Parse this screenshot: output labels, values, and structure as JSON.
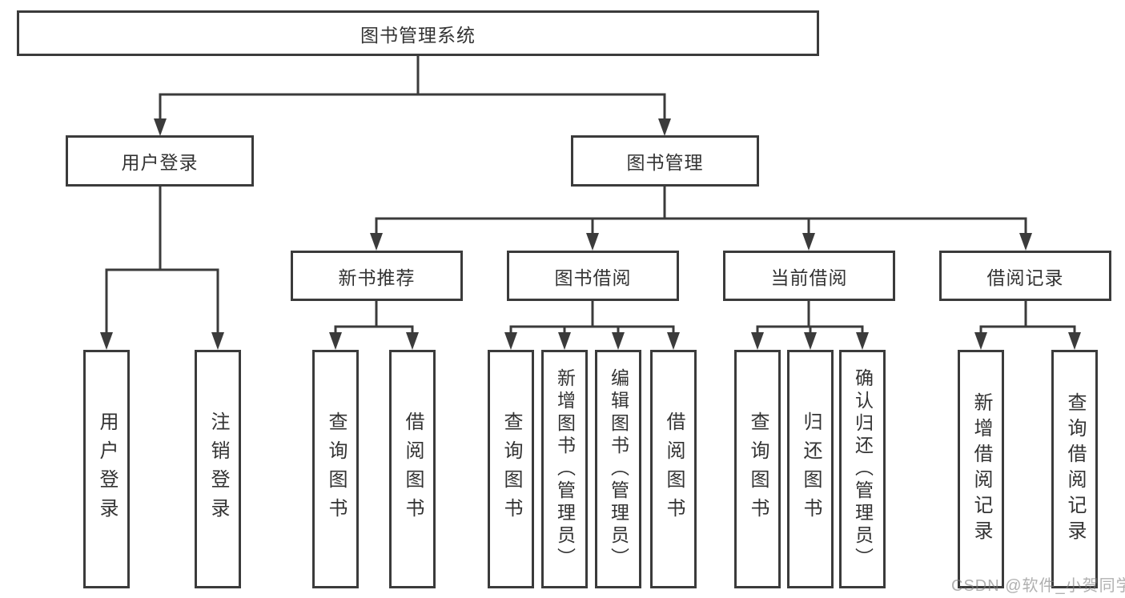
{
  "colors": {
    "background": "#ffffff",
    "line": "#3b3b3b",
    "node_border": "#3b3b3b",
    "node_text": "#333333",
    "watermark_text": "#a0a0a0"
  },
  "watermark": {
    "text": "CSDN @软件_小贺同学"
  },
  "nodes": {
    "root": {
      "label": "图书管理系统"
    },
    "branches": [
      {
        "label": "用户登录",
        "children": [
          {
            "label": "用户登录"
          },
          {
            "label": "注销登录"
          }
        ]
      },
      {
        "label": "图书管理",
        "children": [
          {
            "label": "新书推荐",
            "children": [
              {
                "label": "查询图书"
              },
              {
                "label": "借阅图书"
              }
            ]
          },
          {
            "label": "图书借阅",
            "children": [
              {
                "label": "查询图书"
              },
              {
                "label": "新增图书（管理员）"
              },
              {
                "label": "编辑图书（管理员）"
              },
              {
                "label": "借阅图书"
              }
            ]
          },
          {
            "label": "当前借阅",
            "children": [
              {
                "label": "查询图书"
              },
              {
                "label": "归还图书"
              },
              {
                "label": "确认归还（管理员）"
              }
            ]
          },
          {
            "label": "借阅记录",
            "children": [
              {
                "label": "新增借阅记录"
              },
              {
                "label": "查询借阅记录"
              }
            ]
          }
        ]
      }
    ]
  }
}
